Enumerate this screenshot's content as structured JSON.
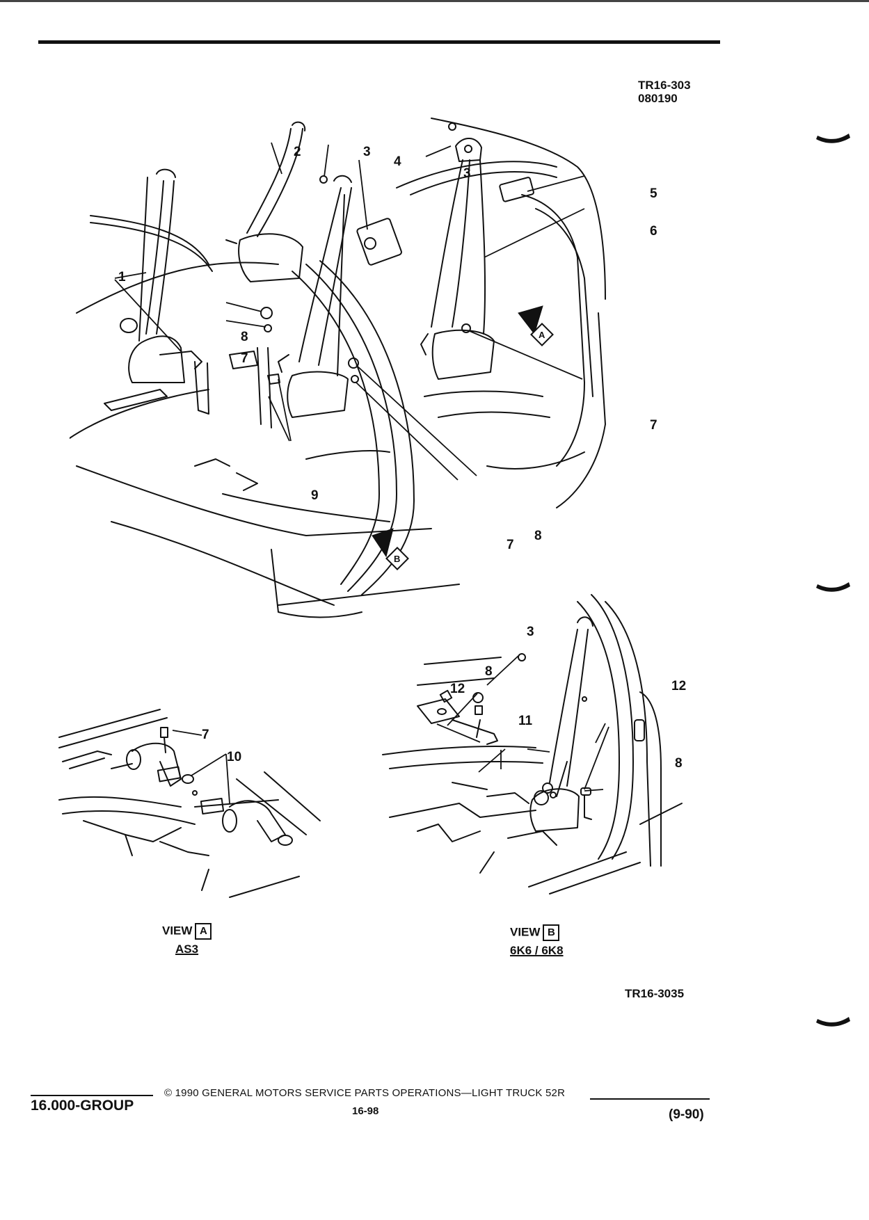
{
  "header": {
    "ref_code": "TR16-303",
    "ref_date": "080190"
  },
  "main_figure": {
    "callouts": [
      "1",
      "2",
      "3",
      "3",
      "4",
      "5",
      "6",
      "7",
      "7",
      "7",
      "8",
      "8",
      "9"
    ]
  },
  "view_a": {
    "word": "VIEW",
    "letter": "A",
    "code": "AS3",
    "callouts": [
      "7",
      "10"
    ]
  },
  "view_b": {
    "word": "VIEW",
    "letter": "B",
    "code": "6K6 / 6K8",
    "callouts": [
      "3",
      "8",
      "12",
      "11",
      "12",
      "8"
    ]
  },
  "figure_id": "TR16-3035",
  "footer": {
    "group": "16.000-GROUP",
    "copyright": "© 1990 GENERAL MOTORS SERVICE PARTS OPERATIONS—LIGHT TRUCK 52R",
    "page": "16-98",
    "revision": "(9-90)"
  }
}
